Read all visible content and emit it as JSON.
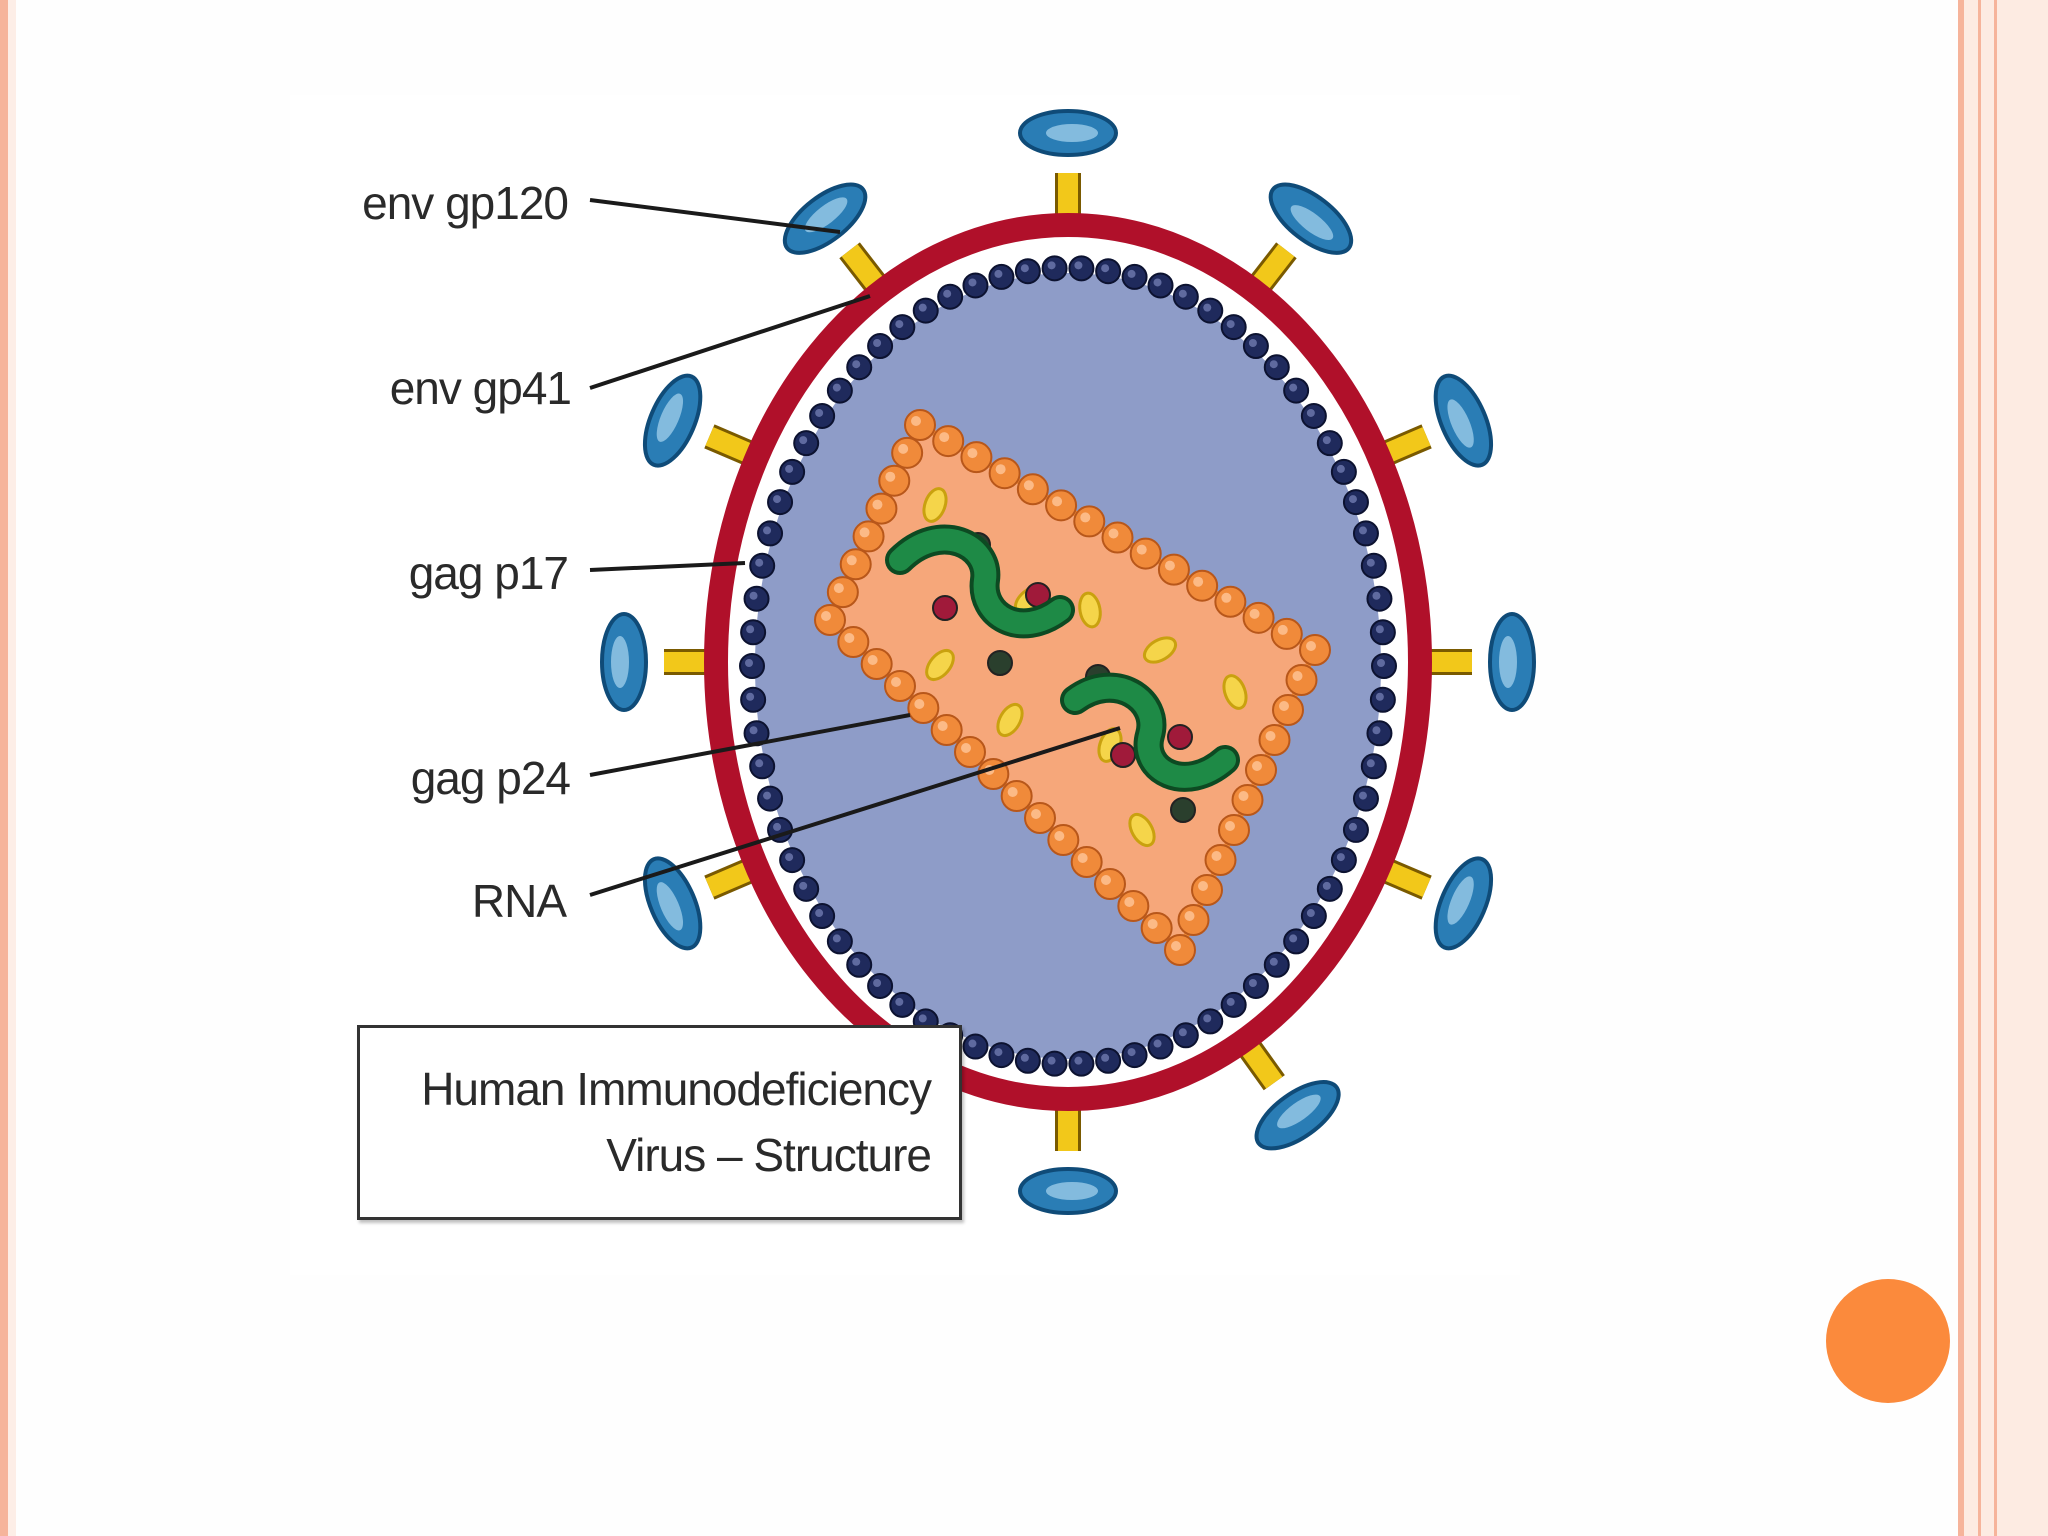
{
  "labels": {
    "env_gp120": "env gp120",
    "env_gp41": "env gp41",
    "gag_p17": "gag p17",
    "gag_p24": "gag p24",
    "rna": "RNA"
  },
  "title_box": {
    "line1": "Human Immunodeficiency",
    "line2": "Virus – Structure"
  },
  "colors": {
    "envelope": "#b0102a",
    "matrix_beads": "#1f2a5c",
    "interior": "#8e9cc8",
    "capsid_fill": "#f6a77a",
    "capsid_beads": "#f08a3a",
    "rna": "#1e8a46",
    "spike_head": "#2a7db5",
    "spike_stem": "#f2c81a",
    "accent": "#fb8a3c",
    "frame": "#f6b49b"
  }
}
